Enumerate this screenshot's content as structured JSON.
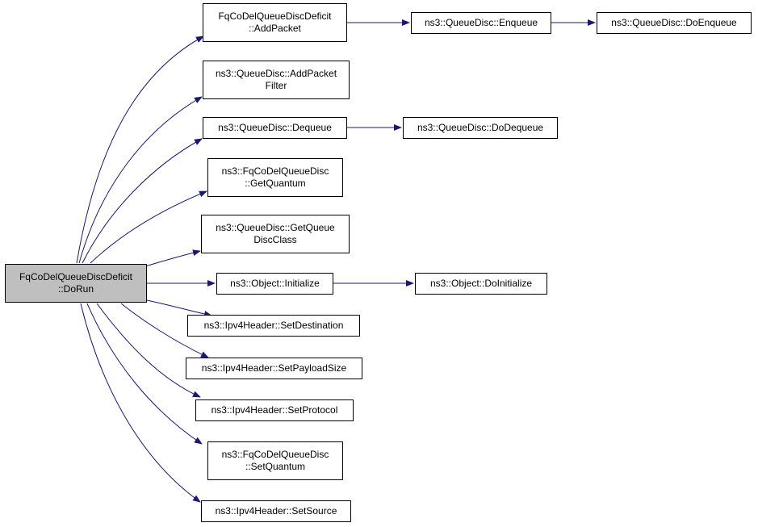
{
  "colors": {
    "edge": "#191970",
    "root_fill": "#bfbfbf",
    "node_fill": "#ffffff",
    "border": "#000000"
  },
  "nodes": {
    "root": {
      "line1": "FqCoDelQueueDiscDeficit",
      "line2": "::DoRun"
    },
    "add_packet": {
      "line1": "FqCoDelQueueDiscDeficit",
      "line2": "::AddPacket"
    },
    "enqueue": {
      "line1": "ns3::QueueDisc::Enqueue"
    },
    "do_enqueue": {
      "line1": "ns3::QueueDisc::DoEnqueue"
    },
    "add_filter": {
      "line1": "ns3::QueueDisc::AddPacket",
      "line2": "Filter"
    },
    "dequeue": {
      "line1": "ns3::QueueDisc::Dequeue"
    },
    "do_dequeue": {
      "line1": "ns3::QueueDisc::DoDequeue"
    },
    "get_quantum": {
      "line1": "ns3::FqCoDelQueueDisc",
      "line2": "::GetQuantum"
    },
    "get_class": {
      "line1": "ns3::QueueDisc::GetQueue",
      "line2": "DiscClass"
    },
    "initialize": {
      "line1": "ns3::Object::Initialize"
    },
    "do_initialize": {
      "line1": "ns3::Object::DoInitialize"
    },
    "set_dest": {
      "line1": "ns3::Ipv4Header::SetDestination"
    },
    "set_payload": {
      "line1": "ns3::Ipv4Header::SetPayloadSize"
    },
    "set_protocol": {
      "line1": "ns3::Ipv4Header::SetProtocol"
    },
    "set_quantum": {
      "line1": "ns3::FqCoDelQueueDisc",
      "line2": "::SetQuantum"
    },
    "set_source": {
      "line1": "ns3::Ipv4Header::SetSource"
    }
  }
}
